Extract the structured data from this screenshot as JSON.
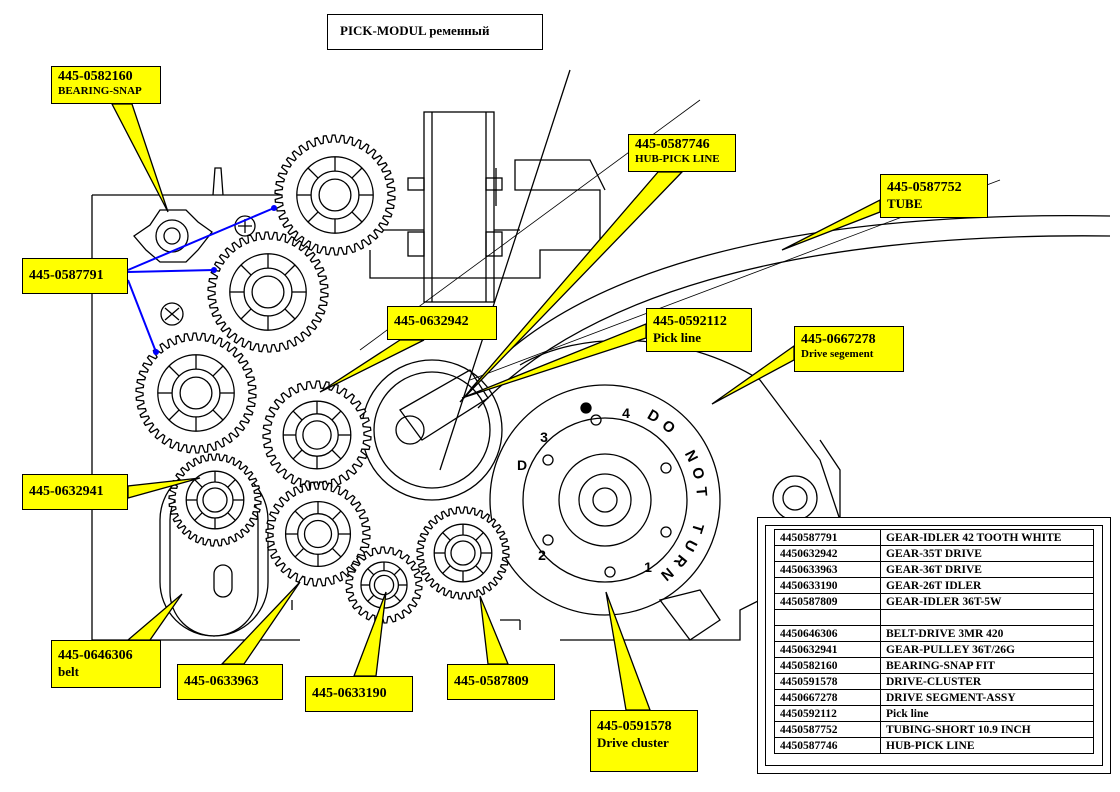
{
  "title": "PICK-MODUL ременный",
  "callouts": {
    "bearing_snap": {
      "code": "445-0582160",
      "name": "BEARING-SNAP"
    },
    "gear_idler": {
      "code": "445-0587791"
    },
    "hub_pick_line": {
      "code": "445-0587746",
      "name": "HUB-PICK LINE"
    },
    "tube": {
      "code": "445-0587752",
      "name": "TUBE"
    },
    "gear_35t": {
      "code": "445-0632942"
    },
    "pick_line": {
      "code": "445-0592112",
      "name": "Pick line"
    },
    "drive_segment": {
      "code": "445-0667278",
      "name": "Drive segement"
    },
    "gear_pulley": {
      "code": "445-0632941"
    },
    "belt": {
      "code": "445-0646306",
      "name": "belt"
    },
    "gear_36t": {
      "code": "445-0633963"
    },
    "gear_26t": {
      "code": "445-0633190"
    },
    "gear_idler_36t": {
      "code": "445-0587809"
    },
    "drive_cluster": {
      "code": "445-0591578",
      "name": "Drive cluster"
    }
  },
  "drive_cluster_markings": {
    "do_not_turn": "DO NOT TURN",
    "numbers": [
      "1",
      "2",
      "3",
      "4"
    ],
    "letters": [
      "D"
    ]
  },
  "parts_table": [
    {
      "code": "4450587791",
      "desc": "GEAR-IDLER 42 TOOTH WHITE"
    },
    {
      "code": "4450632942",
      "desc": "GEAR-35T DRIVE"
    },
    {
      "code": "4450633963",
      "desc": "GEAR-36T DRIVE"
    },
    {
      "code": "4450633190",
      "desc": "GEAR-26T IDLER"
    },
    {
      "code": "4450587809",
      "desc": "GEAR-IDLER 36T-5W"
    },
    {
      "code": "",
      "desc": ""
    },
    {
      "code": "4450646306",
      "desc": "BELT-DRIVE 3MR 420"
    },
    {
      "code": "4450632941",
      "desc": "GEAR-PULLEY 36T/26G"
    },
    {
      "code": "4450582160",
      "desc": "BEARING-SNAP FIT"
    },
    {
      "code": "4450591578",
      "desc": "DRIVE-CLUSTER"
    },
    {
      "code": "4450667278",
      "desc": "DRIVE SEGMENT-ASSY"
    },
    {
      "code": "4450592112",
      "desc": "Pick line"
    },
    {
      "code": "4450587752",
      "desc": "TUBING-SHORT 10.9 INCH"
    },
    {
      "code": "4450587746",
      "desc": "HUB-PICK LINE"
    }
  ],
  "colors": {
    "callout_fill": "#ffff00",
    "leader_blue": "#0000ff",
    "line": "#000000"
  }
}
